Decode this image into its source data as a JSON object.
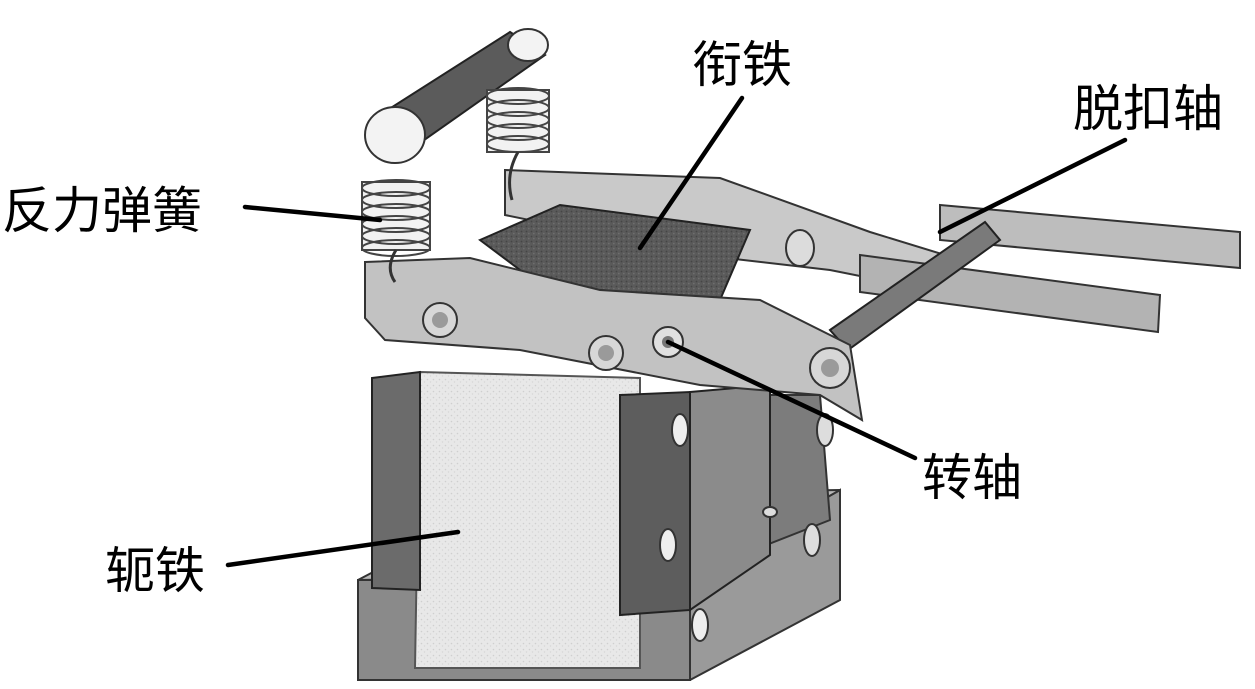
{
  "labels": {
    "armature": "衔铁",
    "trip_shaft": "脱扣轴",
    "reaction_spring": "反力弹簧",
    "pivot_shaft": "转轴",
    "yoke": "轭铁"
  },
  "colors": {
    "ink": "#000000",
    "background": "#ffffff",
    "plate_light": "#cfcfcf",
    "plate_mid": "#a8a8a8",
    "block_dark": "#6b6b6b",
    "block_darker": "#4e4e4e",
    "core_face": "#e6e6e6",
    "spring": "#f2f2f2"
  }
}
